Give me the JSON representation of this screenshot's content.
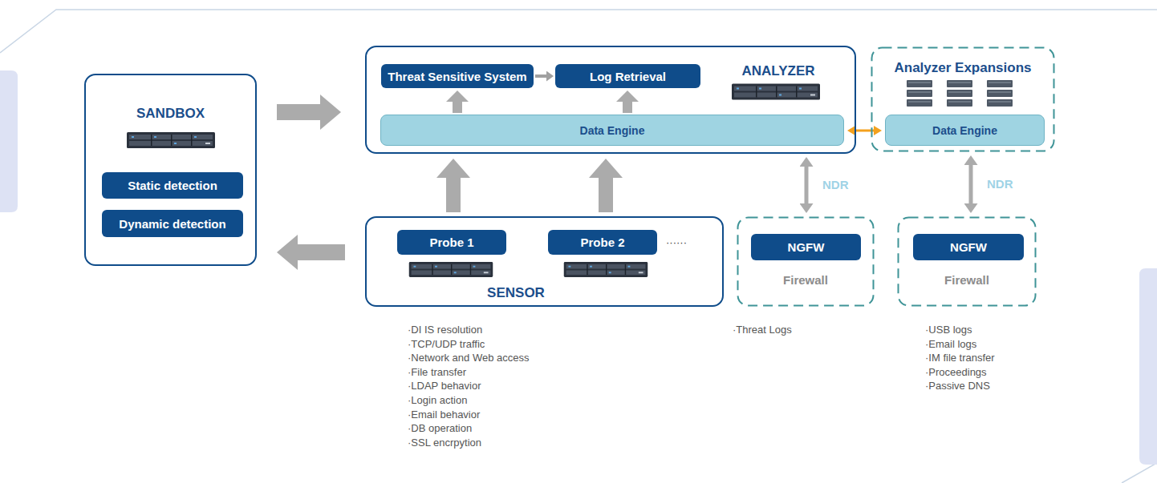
{
  "diagram": {
    "nodes": [
      {
        "text": [
          "SANDBOX"
        ]
      },
      {
        "text": [
          "Static detection"
        ],
        "in": 0
      },
      {
        "text": [
          "Dynamic detection"
        ],
        "in": 0
      },
      {
        "text": [
          "ANALYZER"
        ]
      },
      {
        "text": [
          "Threat Sensitive System"
        ],
        "in": 3
      },
      {
        "text": [
          "Log Retrieval"
        ],
        "in": 3
      },
      {
        "text": [
          "Data Engine"
        ],
        "in": 3
      },
      {
        "text": [
          "Analyzer Expansions"
        ]
      },
      {
        "text": [
          "Data Engine"
        ],
        "in": 7
      },
      {
        "text": [
          "SENSOR"
        ]
      },
      {
        "text": [
          "Probe 1"
        ],
        "in": 9
      },
      {
        "text": [
          "Probe 2"
        ],
        "in": 9
      },
      {
        "text": [
          "Firewall"
        ]
      },
      {
        "text": [
          "NGFW"
        ],
        "in": 12
      },
      {
        "text": [
          "Firewall"
        ]
      },
      {
        "text": [
          "NGFW"
        ],
        "in": 14
      }
    ],
    "edges": [
      {
        "from": 0,
        "to": 3,
        "arrow": "to"
      },
      {
        "from": 9,
        "to": 0,
        "arrow": "to"
      },
      {
        "from": 9,
        "to": 6,
        "arrow": "to"
      },
      {
        "from": 9,
        "to": 6,
        "arrow": "to"
      },
      {
        "from": 6,
        "to": 4,
        "arrow": "to"
      },
      {
        "from": 6,
        "to": 5,
        "arrow": "to"
      },
      {
        "from": 4,
        "to": 5,
        "arrow": "to"
      },
      {
        "from": 6,
        "to": 8,
        "arrow": "both"
      },
      {
        "from": 3,
        "to": 12,
        "label": "NDR",
        "arrow": "both"
      },
      {
        "from": 7,
        "to": 14,
        "label": "NDR",
        "arrow": "both"
      }
    ],
    "labels": [
      "······",
      "·DI IS resolution",
      "·TCP/UDP traffic",
      "·Network and Web access",
      "·File transfer",
      "·LDAP behavior",
      "·Login action",
      "·Email behavior",
      "·DB operation",
      "·SSL encrpytion",
      "·Threat Logs",
      "·USB logs",
      "·Email logs",
      "·IM file transfer",
      "·Proceedings",
      "·Passive DNS"
    ]
  }
}
